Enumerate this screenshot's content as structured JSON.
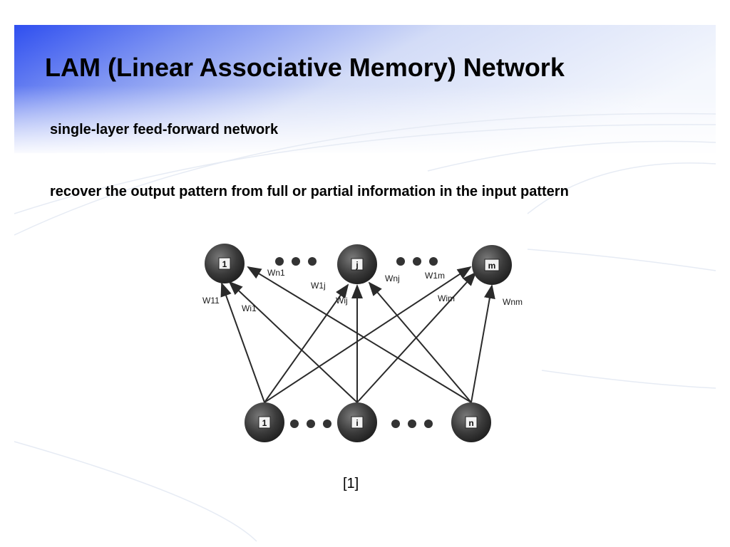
{
  "slide": {
    "title": "LAM (Linear Associative Memory) Network",
    "bullets": [
      "single-layer feed-forward network",
      "recover the output pattern from full or partial information in the input pattern"
    ],
    "citation": "[1]"
  },
  "diagram": {
    "output_nodes": [
      "1",
      "j",
      "m"
    ],
    "input_nodes": [
      "1",
      "i",
      "n"
    ],
    "weights": {
      "w11": "W11",
      "wi1": "Wi1",
      "wn1": "Wn1",
      "w1j": "W1j",
      "wij": "Wij",
      "wnj": "Wnj",
      "w1m": "W1m",
      "wim": "Wim",
      "wnm": "Wnm"
    }
  },
  "colors": {
    "gradient_blue": "#3355ee",
    "node_fill": "#3a3a3a",
    "edge": "#2a2a2a"
  }
}
